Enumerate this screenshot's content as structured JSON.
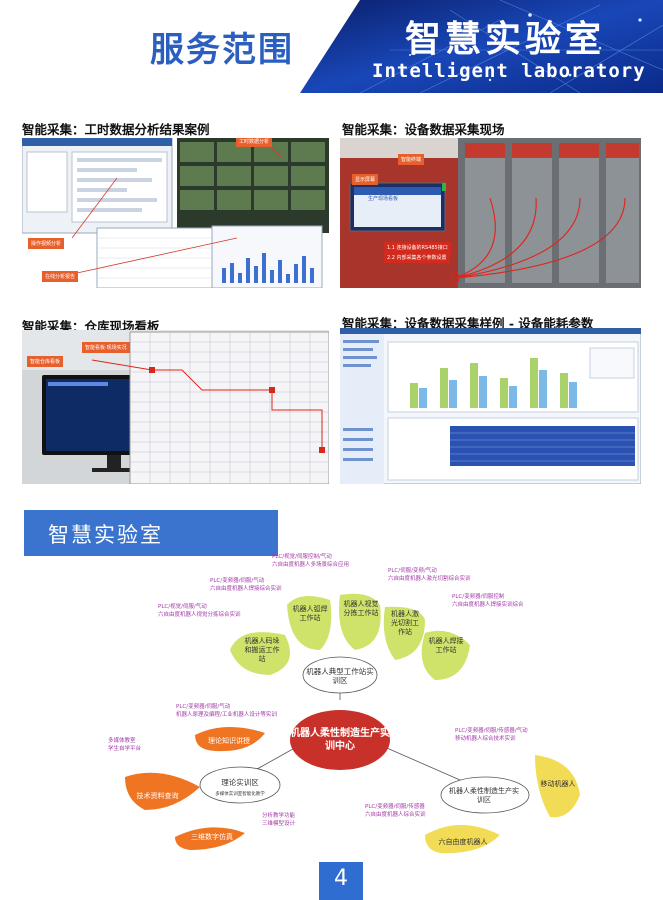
{
  "header": {
    "title": "服务范围",
    "banner_cn": "智慧实验室",
    "banner_en": "Intelligent laboratory"
  },
  "panels": {
    "p1": {
      "caption": "智能采集：工时数据分析结果案例",
      "tags": [
        "工时数据分析",
        "操作视频分析",
        "在线分析报告"
      ]
    },
    "p2": {
      "caption": "智能采集：设备数据采集现场",
      "tags": [
        "智能终端",
        "显示屏幕",
        "生产现场看板",
        "1.1 连接设备的RS485接口",
        "2.2 内部采集各个参数设置"
      ]
    },
    "p3": {
      "caption": "智能采集：仓库现场看板",
      "tags": [
        "智能仓库看板",
        "智能看板·现场实况"
      ]
    },
    "p4": {
      "caption": "智能采集：设备数据采集样例 - 设备能耗参数"
    }
  },
  "lab": {
    "title": "智慧实验室",
    "center": "机器人柔性制造生产实训中心",
    "top_hub": "机器人典型工作站实训区",
    "left_hub": "理论实训区",
    "left_hub_sub": "多媒体实训室智能化教学",
    "right_hub": "机器人柔性制造生产实训区",
    "top_leaves": [
      "机器人码垛和搬运工作站",
      "机器人弧焊工作站",
      "机器人视觉分拣工作站",
      "机器人激光切割工作站",
      "机器人焊接工作站"
    ],
    "left_leaves": [
      "理论知识讲授",
      "技术资料查询",
      "三维数字仿真"
    ],
    "right_leaves": [
      "移动机器人",
      "六自由度机器人"
    ],
    "notes": [
      "PLC/视觉/伺服控制/气动",
      "六自由度机器人多场景综合应用",
      "PLC/变频器/伺服/气动",
      "六自由度机器人焊接综合实训",
      "PLC/视觉/伺服/气动",
      "六自由度机器人视觉分拣综合实训",
      "PLC/伺服/变频/气动",
      "六自由度机器人激光切割综合实训",
      "PLC/变频器/伺服控制",
      "六自由度机器人焊接实训综合",
      "PLC/变频器/伺服/气动",
      "机器人原理及编程/工业机器人设计等实训",
      "多媒体教室",
      "学生自学平台",
      "分析教学功能",
      "三维模型设计",
      "PLC/变频器/伺服/传感器/气动",
      "移动机器人综合技术实训",
      "PLC/变频器/伺服/传感器",
      "六自由度机器人综合实训"
    ]
  },
  "page_number": "4",
  "colors": {
    "blue": "#2f6dd0",
    "orange": "#e7602c",
    "yellow_green": "#cfe36a",
    "red_center": "#c8312a"
  }
}
